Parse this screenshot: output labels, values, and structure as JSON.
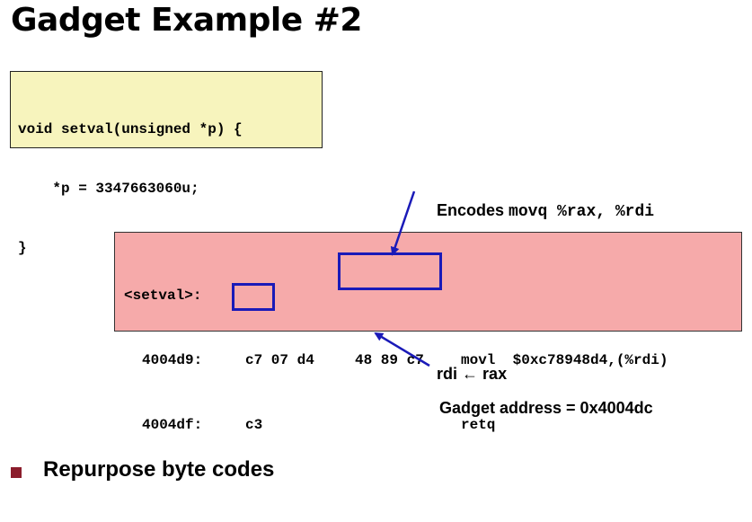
{
  "slide": {
    "title": "Gadget Example #2"
  },
  "c_code": {
    "lines": [
      "void setval(unsigned *p) {",
      "    *p = 3347663060u;",
      "}"
    ]
  },
  "encodes_annotation": {
    "prefix": "Encodes",
    "code": "movq %rax, %rdi"
  },
  "disassembly": {
    "label": "<setval>:",
    "line1": {
      "address": "4004d9:",
      "bytes_pre": "c7 07 d4",
      "bytes_highlight": "48 89 c7",
      "instruction": "movl  $0xc78948d4,(%rdi)"
    },
    "line2": {
      "address": "4004df:",
      "bytes_highlight": "c3",
      "instruction": "retq"
    }
  },
  "rdi_annotation": {
    "left": "rdi",
    "arrow": "←",
    "right": "rax"
  },
  "gadget_address": {
    "text": "Gadget address = 0x4004dc"
  },
  "bullets": [
    {
      "text": "Repurpose byte codes",
      "color": "#8b1d2c"
    }
  ],
  "colors": {
    "code_box_bg": "#f7f4bd",
    "asm_box_bg": "#f6aaaa",
    "highlight_border": "#1a1ab8",
    "arrow": "#1a1ab8"
  }
}
